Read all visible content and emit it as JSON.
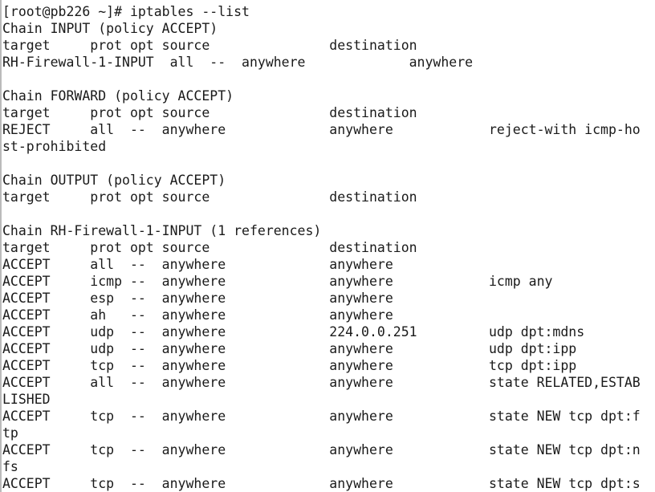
{
  "terminal": {
    "lines": [
      "[root@pb226 ~]# iptables --list",
      "Chain INPUT (policy ACCEPT)",
      "target     prot opt source               destination",
      "RH-Firewall-1-INPUT  all  --  anywhere             anywhere",
      "",
      "Chain FORWARD (policy ACCEPT)",
      "target     prot opt source               destination",
      "REJECT     all  --  anywhere             anywhere            reject-with icmp-ho",
      "st-prohibited",
      "",
      "Chain OUTPUT (policy ACCEPT)",
      "target     prot opt source               destination",
      "",
      "Chain RH-Firewall-1-INPUT (1 references)",
      "target     prot opt source               destination",
      "ACCEPT     all  --  anywhere             anywhere",
      "ACCEPT     icmp --  anywhere             anywhere            icmp any",
      "ACCEPT     esp  --  anywhere             anywhere",
      "ACCEPT     ah   --  anywhere             anywhere",
      "ACCEPT     udp  --  anywhere             224.0.0.251         udp dpt:mdns",
      "ACCEPT     udp  --  anywhere             anywhere            udp dpt:ipp",
      "ACCEPT     tcp  --  anywhere             anywhere            tcp dpt:ipp",
      "ACCEPT     all  --  anywhere             anywhere            state RELATED,ESTAB",
      "LISHED",
      "ACCEPT     tcp  --  anywhere             anywhere            state NEW tcp dpt:f",
      "tp",
      "ACCEPT     tcp  --  anywhere             anywhere            state NEW tcp dpt:n",
      "fs",
      "ACCEPT     tcp  --  anywhere             anywhere            state NEW tcp dpt:s"
    ]
  }
}
